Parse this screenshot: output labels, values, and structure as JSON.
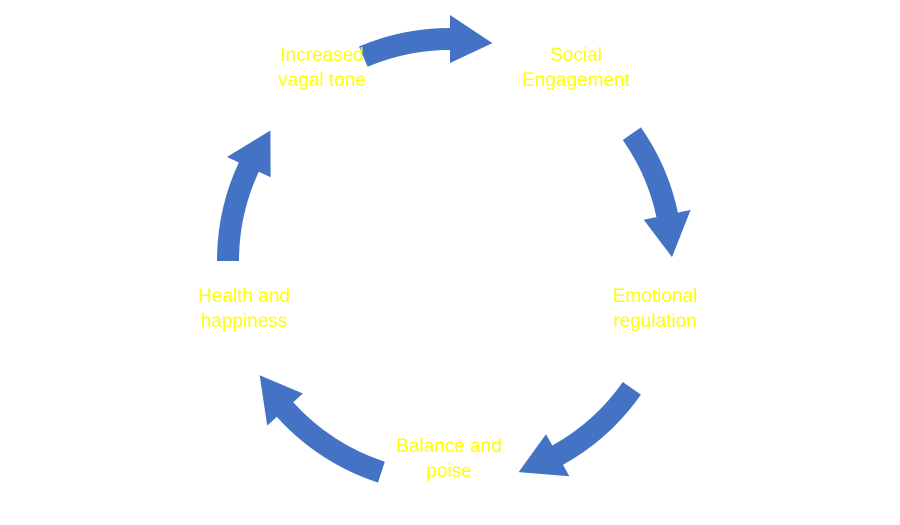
{
  "diagram": {
    "colors": {
      "arrow": "#4472C4",
      "text": "#FFFF00",
      "background": "#FFFFFF"
    },
    "nodes": [
      {
        "id": "increased-vagal-tone",
        "lines": [
          "Increased",
          "vagal tone"
        ]
      },
      {
        "id": "social-engagement",
        "lines": [
          "Social",
          "Engagement"
        ]
      },
      {
        "id": "emotional-regulation",
        "lines": [
          "Emotional",
          "regulation"
        ]
      },
      {
        "id": "balance-and-poise",
        "lines": [
          "Balance and",
          "poise"
        ]
      },
      {
        "id": "health-and-happiness",
        "lines": [
          "Health and",
          "happiness"
        ]
      }
    ],
    "arrows": [
      {
        "from": "increased-vagal-tone",
        "to": "social-engagement"
      },
      {
        "from": "social-engagement",
        "to": "emotional-regulation"
      },
      {
        "from": "emotional-regulation",
        "to": "balance-and-poise"
      },
      {
        "from": "balance-and-poise",
        "to": "health-and-happiness"
      },
      {
        "from": "health-and-happiness",
        "to": "increased-vagal-tone"
      }
    ]
  }
}
